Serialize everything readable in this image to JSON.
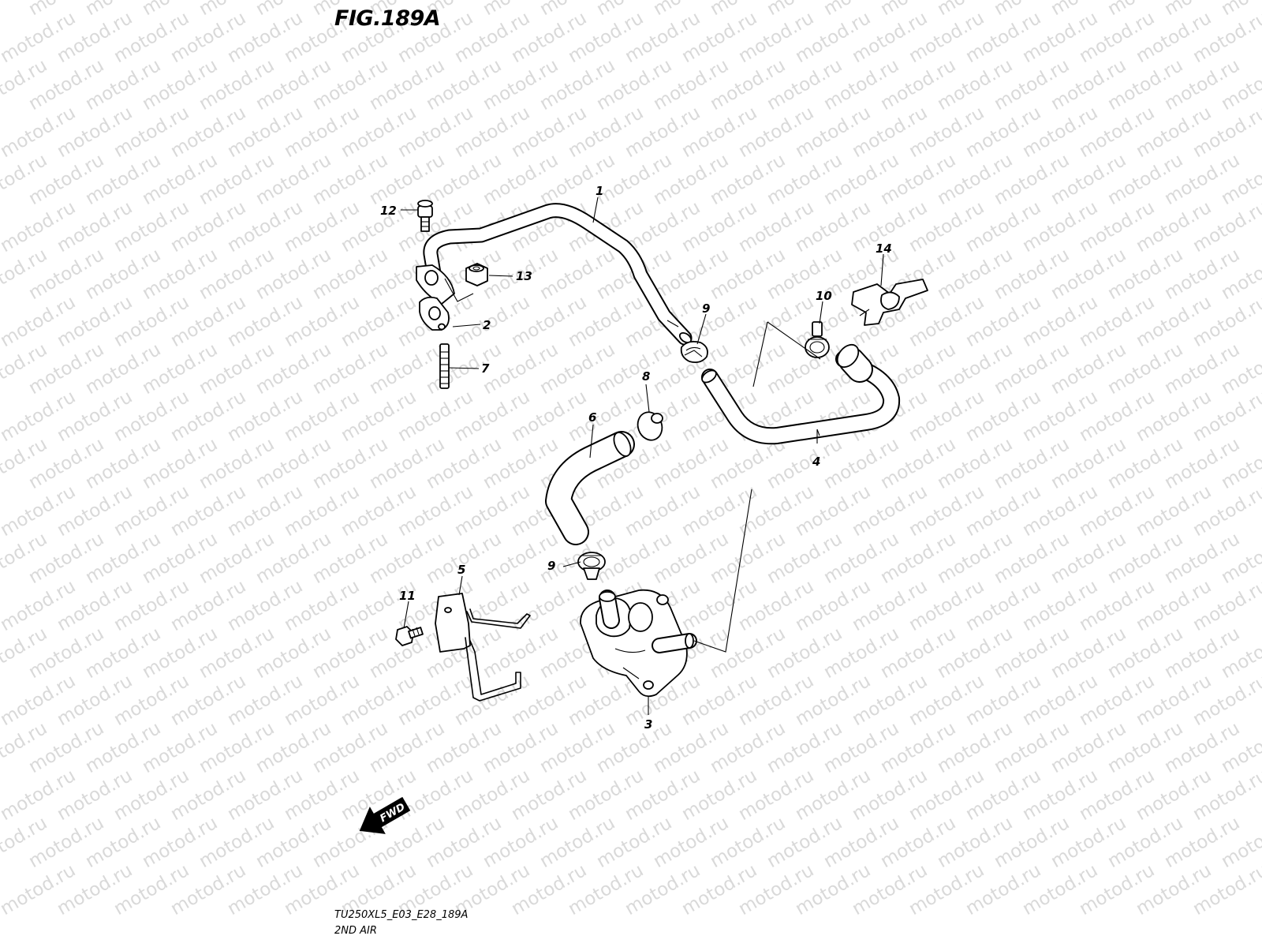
{
  "figure": {
    "title": "FIG.189A",
    "model_code": "TU250XL5_E03_E28_189A",
    "section_name": "2ND AIR"
  },
  "watermark": "motod.ru",
  "direction_marker": {
    "label": "FWD",
    "icon": "forward-arrow-icon"
  },
  "callouts": [
    {
      "number": "1"
    },
    {
      "number": "2"
    },
    {
      "number": "3"
    },
    {
      "number": "4"
    },
    {
      "number": "5"
    },
    {
      "number": "6"
    },
    {
      "number": "7"
    },
    {
      "number": "8"
    },
    {
      "number": "9"
    },
    {
      "number": "9"
    },
    {
      "number": "10"
    },
    {
      "number": "11"
    },
    {
      "number": "12"
    },
    {
      "number": "13"
    },
    {
      "number": "14"
    }
  ],
  "colors": {
    "line": "#000000",
    "watermark": "#d9d9d9",
    "background": "#ffffff"
  }
}
